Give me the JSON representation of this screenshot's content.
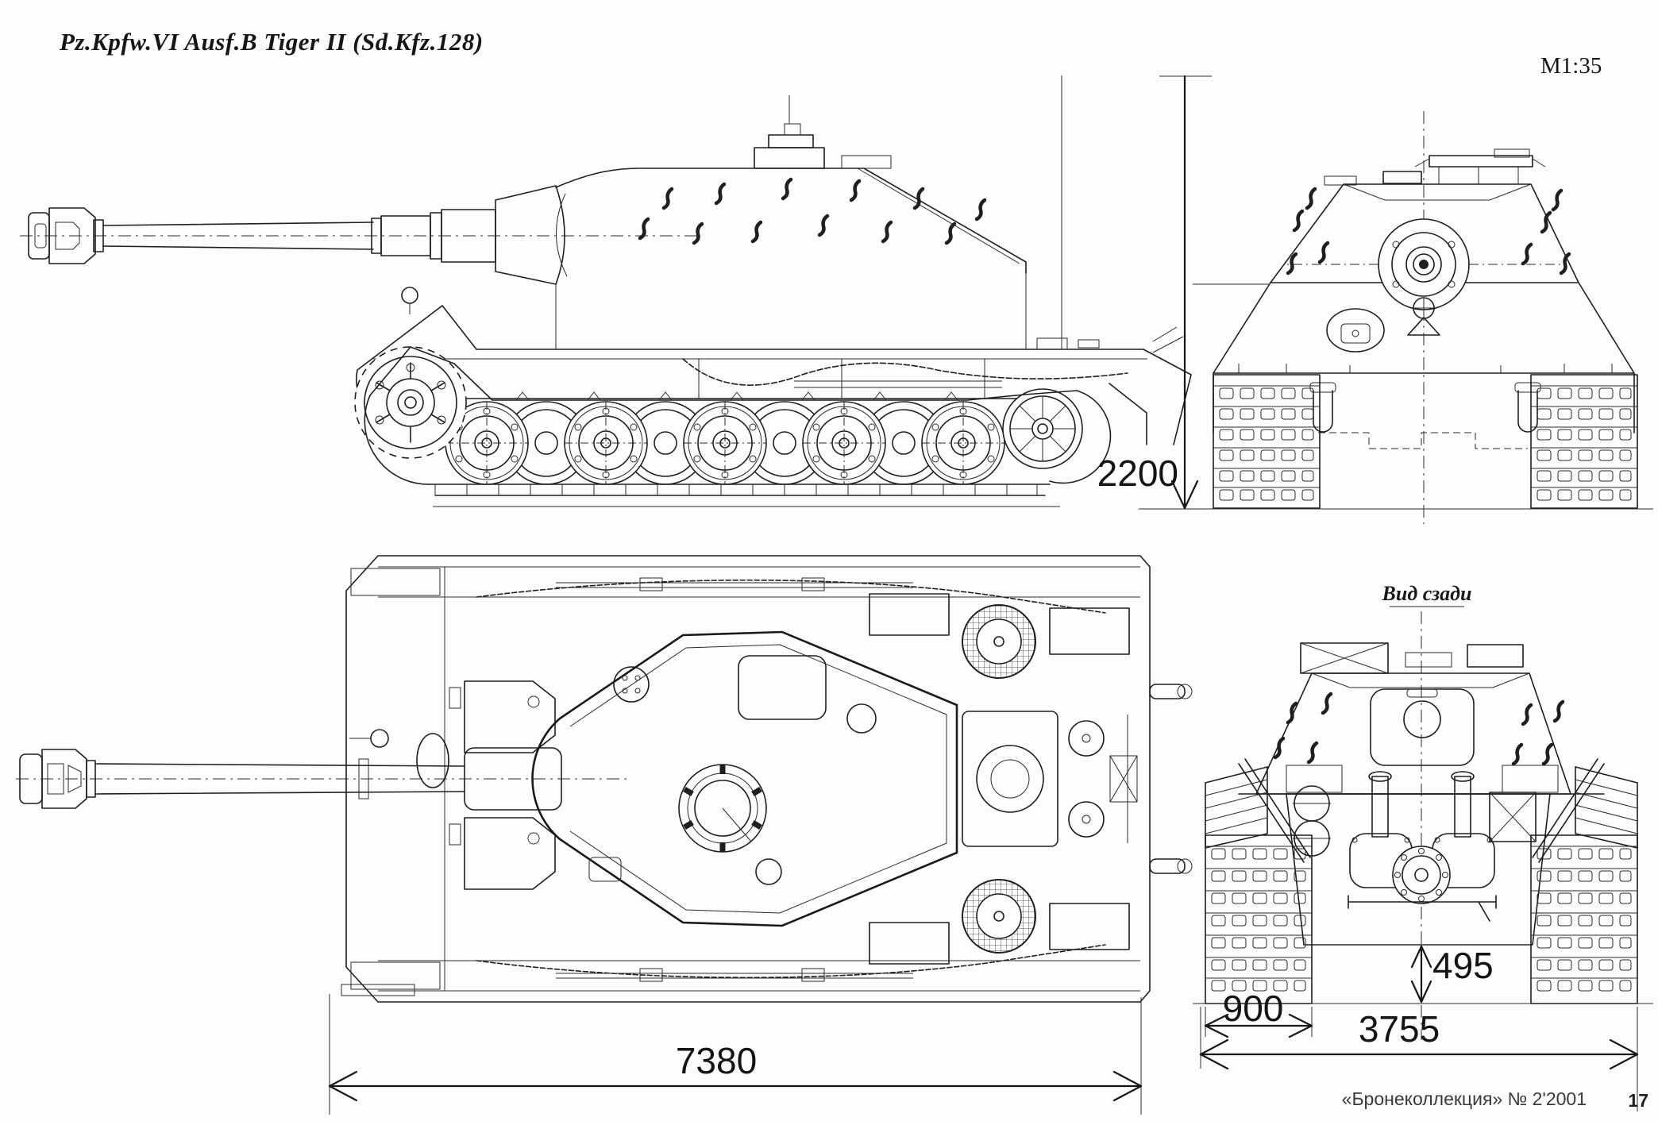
{
  "page": {
    "title": "Pz.Kpfw.VI Ausf.B Tiger II (Sd.Kfz.128)",
    "scale": "M1:35",
    "footer_publication": "«Бронеколлекция» № 2'2001",
    "footer_page": "17"
  },
  "views": {
    "rear": {
      "label": "Вид сзади"
    }
  },
  "dimensions_mm": {
    "overall_height": "2200",
    "ground_clearance": "495",
    "track_width": "900",
    "overall_width": "3755",
    "hull_length": "7380"
  },
  "colors": {
    "ink": "#1f1f1f",
    "paper": "#fdfdfb"
  }
}
